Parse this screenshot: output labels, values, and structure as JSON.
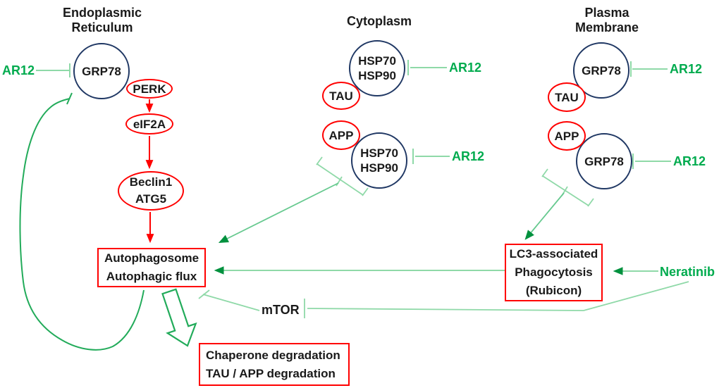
{
  "colors": {
    "background": "#ffffff",
    "node_text": "#1a1a1a",
    "red_accent": "#ff0000",
    "navy_circle": "#203864",
    "green_text": "#00ab4e",
    "green_line_light": "#8fd9a8",
    "green_curve": "#22ab5a",
    "green_arrowhead": "#00913e"
  },
  "titles": {
    "endoplasmic_reticulum": [
      "Endoplasmic",
      "Reticulum"
    ],
    "cytoplasm": "Cytoplasm",
    "plasma_membrane": [
      "Plasma",
      "Membrane"
    ]
  },
  "nodes": {
    "er_grp78": "GRP78",
    "perk": "PERK",
    "eif2a": "eIF2A",
    "beclin_atg5": [
      "Beclin1",
      "ATG5"
    ],
    "cyto_hsp_top": [
      "HSP70",
      "HSP90"
    ],
    "cyto_tau": "TAU",
    "cyto_app": "APP",
    "cyto_hsp_bottom": [
      "HSP70",
      "HSP90"
    ],
    "pm_grp78_top": "GRP78",
    "pm_tau": "TAU",
    "pm_app": "APP",
    "pm_grp78_bottom": "GRP78"
  },
  "boxes": {
    "autophagosome": [
      "Autophagosome",
      "Autophagic flux"
    ],
    "lap": [
      "LC3-associated",
      "Phagocytosis",
      "(Rubicon)"
    ],
    "degradation": [
      "Chaperone degradation",
      "TAU / APP degradation"
    ]
  },
  "labels": {
    "ar12": "AR12",
    "neratinib": "Neratinib",
    "mtor": "mTOR"
  }
}
